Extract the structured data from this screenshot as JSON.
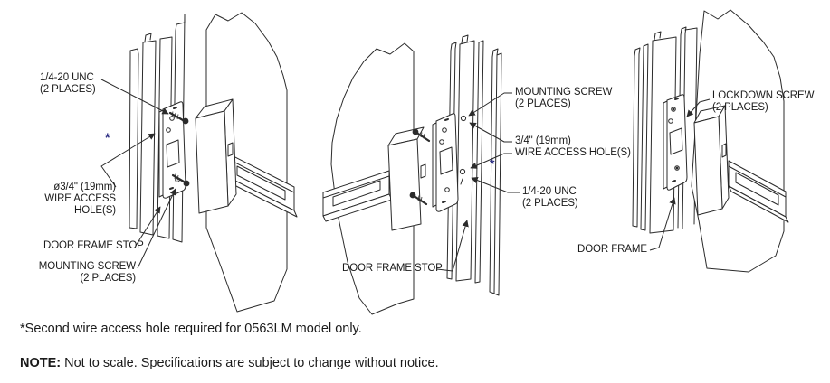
{
  "figures": [
    {
      "callouts": {
        "thread_spec": "1/4-20 UNC\n(2 PLACES)",
        "footnote_marker": "*",
        "wire_access_hole": "ø3/4\" (19mm)\nWIRE ACCESS\nHOLE(S)",
        "door_frame_stop": "DOOR FRAME STOP",
        "mounting_screw": "MOUNTING SCREW\n(2 PLACES)"
      }
    },
    {
      "callouts": {
        "mounting_screw": "MOUNTING SCREW\n(2 PLACES)",
        "wire_hole_size": "3/4\" (19mm)",
        "wire_access_hole": "WIRE ACCESS HOLE(S)",
        "footnote_marker": "*",
        "thread_spec": "1/4-20 UNC\n(2 PLACES)",
        "door_frame_stop": "DOOR FRAME STOP"
      }
    },
    {
      "callouts": {
        "lockdown_screw": "LOCKDOWN SCREW\n(2 PLACES)",
        "door_frame": "DOOR FRAME"
      }
    }
  ],
  "notes": {
    "footnote": "*Second wire access hole required for 0563LM model only.",
    "note_label": "NOTE:",
    "note_text": " Not to scale. Specifications are subject to change without notice."
  },
  "colors": {
    "line": "#2b2b2b",
    "text": "#1a1a1a",
    "footnote_marker": "#2c2e83",
    "background": "#ffffff"
  }
}
